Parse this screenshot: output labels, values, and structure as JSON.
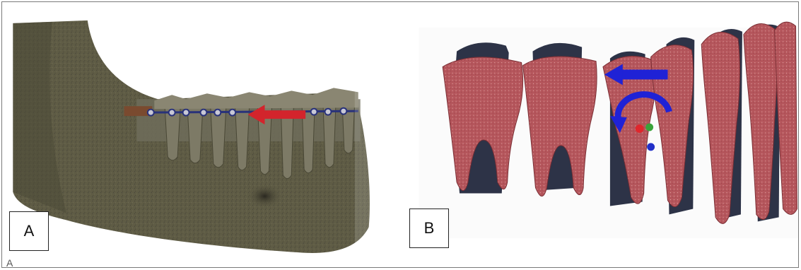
{
  "panels": [
    {
      "id": "A",
      "label": "A",
      "subject": "mandible-with-dental-arch"
    },
    {
      "id": "B",
      "label": "B",
      "subject": "molar-tooth-row"
    }
  ],
  "stray_marks": {
    "panel_a_bottom": "A"
  },
  "colors": {
    "bone": "#5f5c45",
    "tooth": "#b5565c",
    "tooth_shadow": "#2d3347",
    "force_arrow_red": "#d3242c",
    "force_arrow_blue": "#1f22d6",
    "wire": "#29327a",
    "dot_red": "#e0262c",
    "dot_green": "#3aa33a",
    "dot_blue": "#2230c8"
  },
  "icons": [
    "red-arrow-icon",
    "blue-arrow-icon",
    "rotation-arrow-icon"
  ]
}
